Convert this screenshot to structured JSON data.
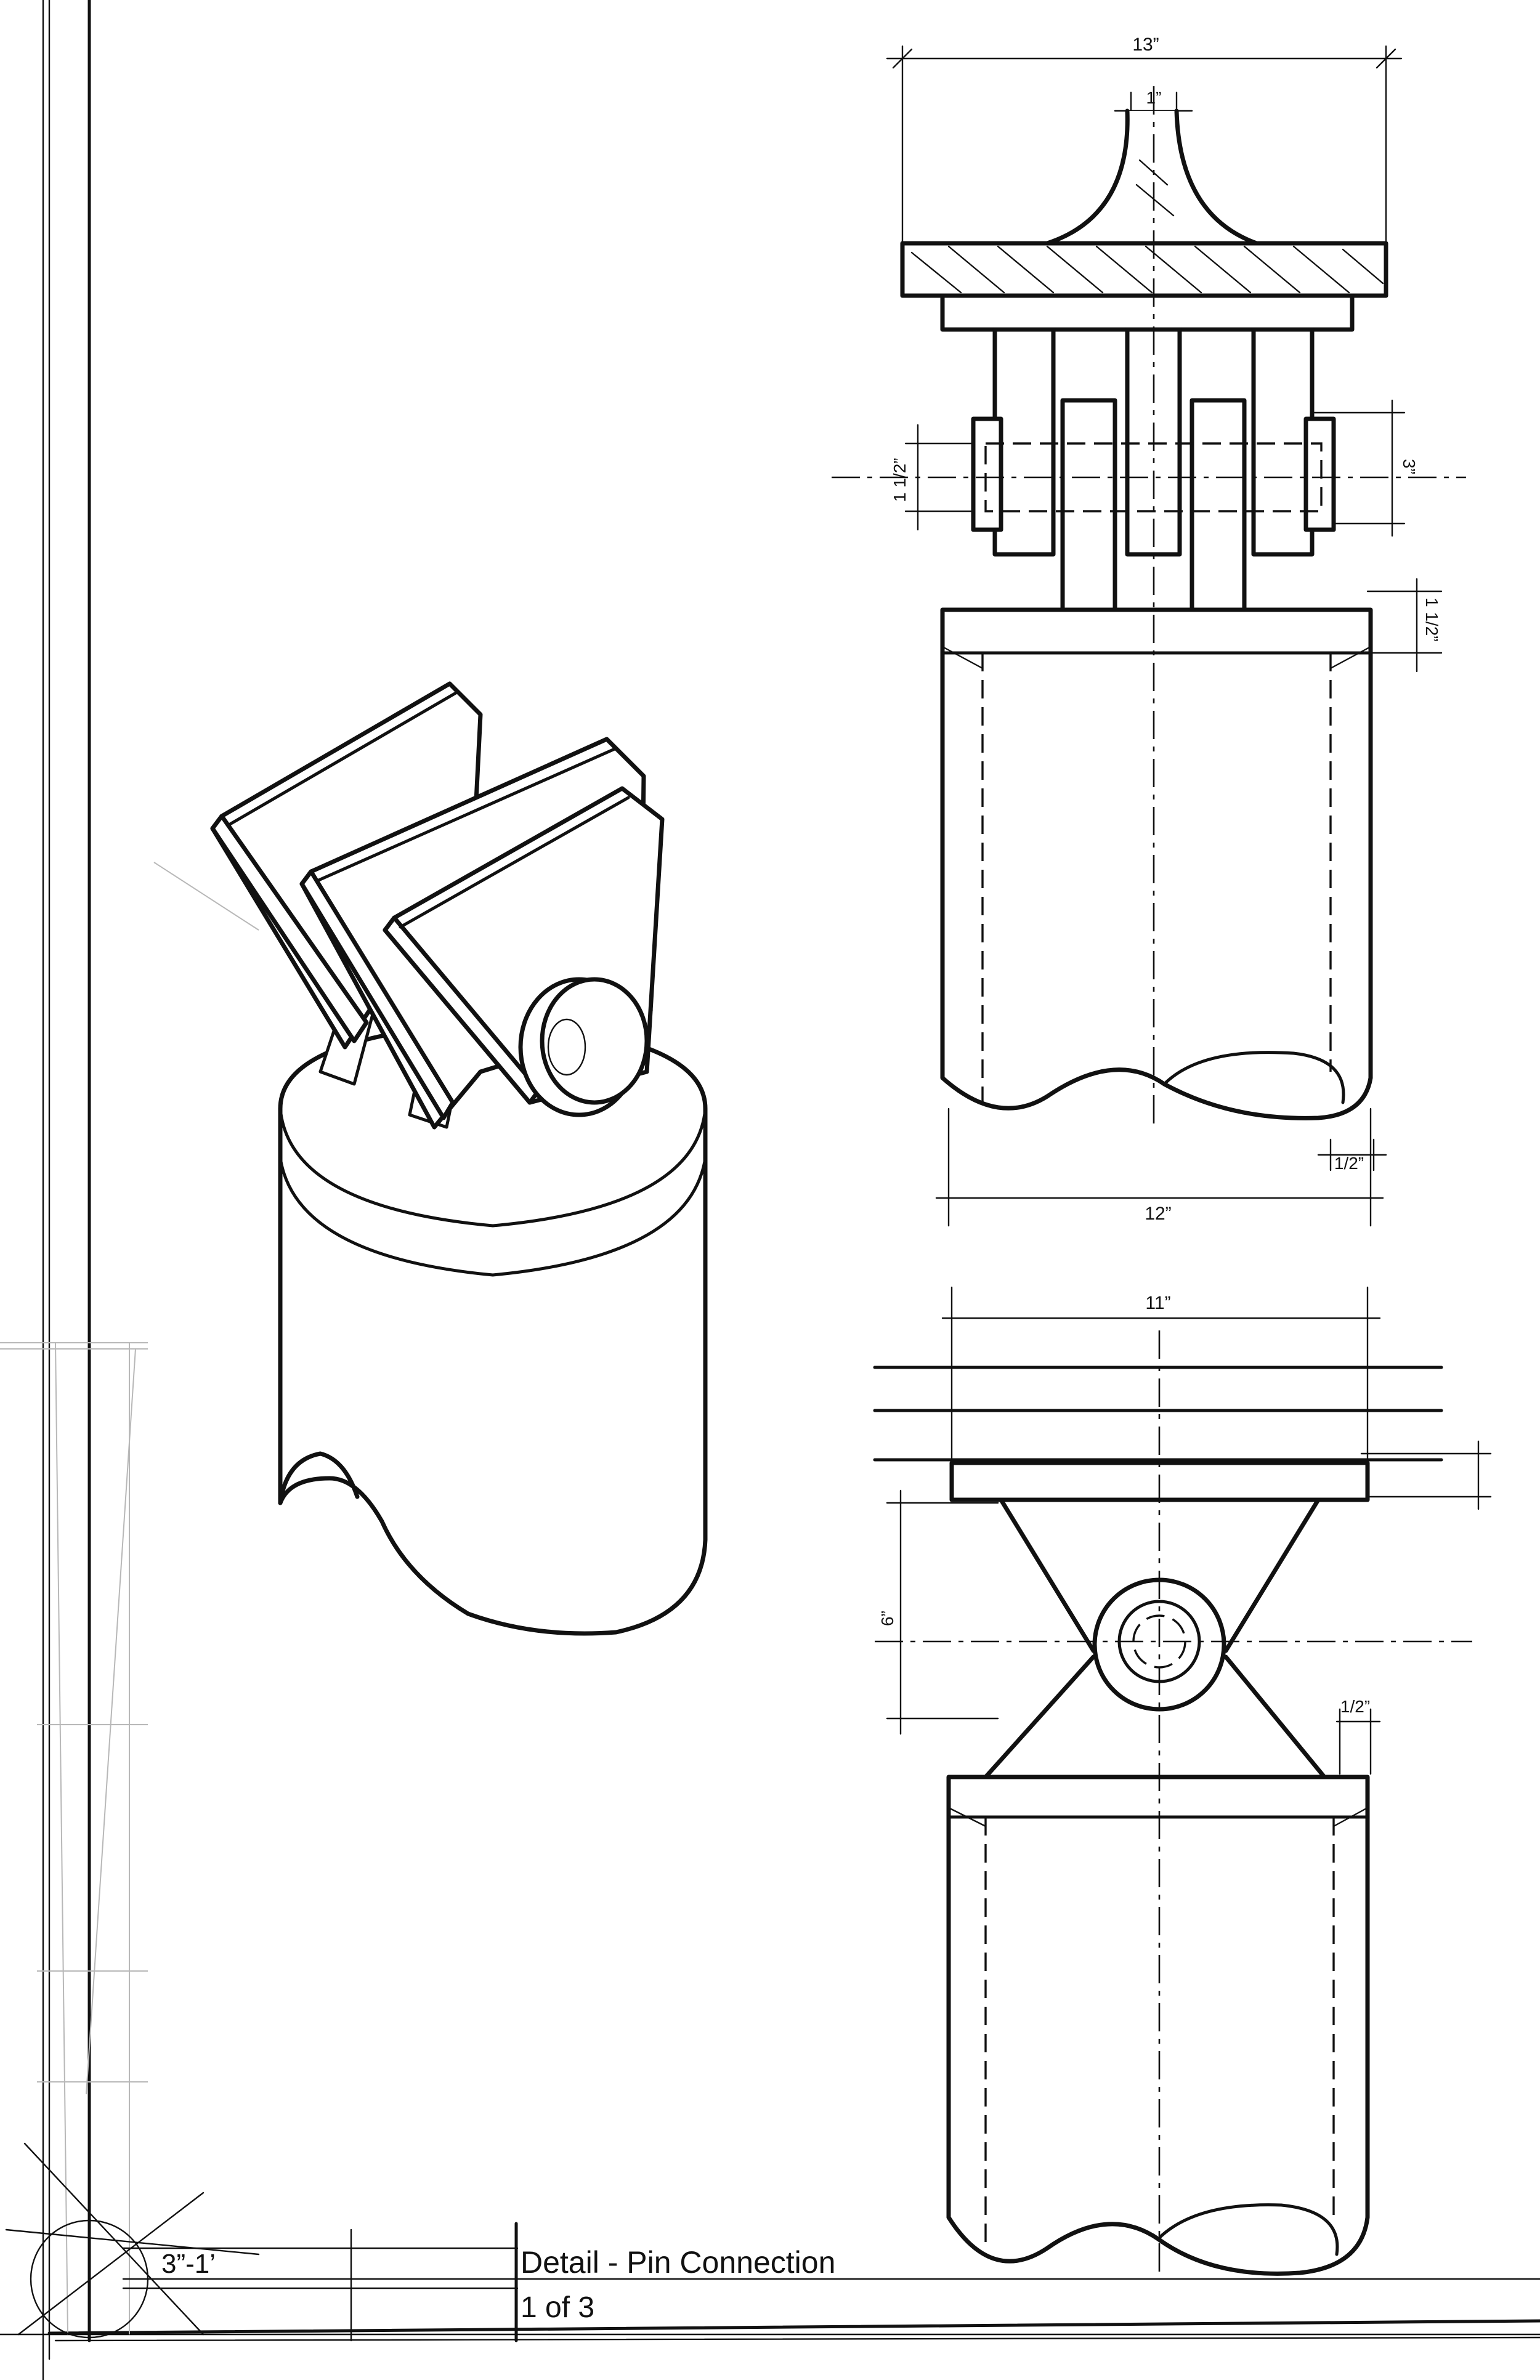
{
  "title_block": {
    "scale": "3”-1’",
    "title": "Detail - Pin Connection",
    "sheet": "1 of 3"
  },
  "front_view": {
    "dim_overall_width_top": "13”",
    "dim_stem": "1”",
    "dim_pin_height": "1 1/2”",
    "dim_pin_right": "3”",
    "dim_cap": "1 1/2”",
    "dim_wall": "1/2”",
    "dim_column_width": "12”"
  },
  "side_view": {
    "dim_plate_width": "11”",
    "dim_gusset_height": "6”",
    "dim_wall": "1/2”"
  }
}
